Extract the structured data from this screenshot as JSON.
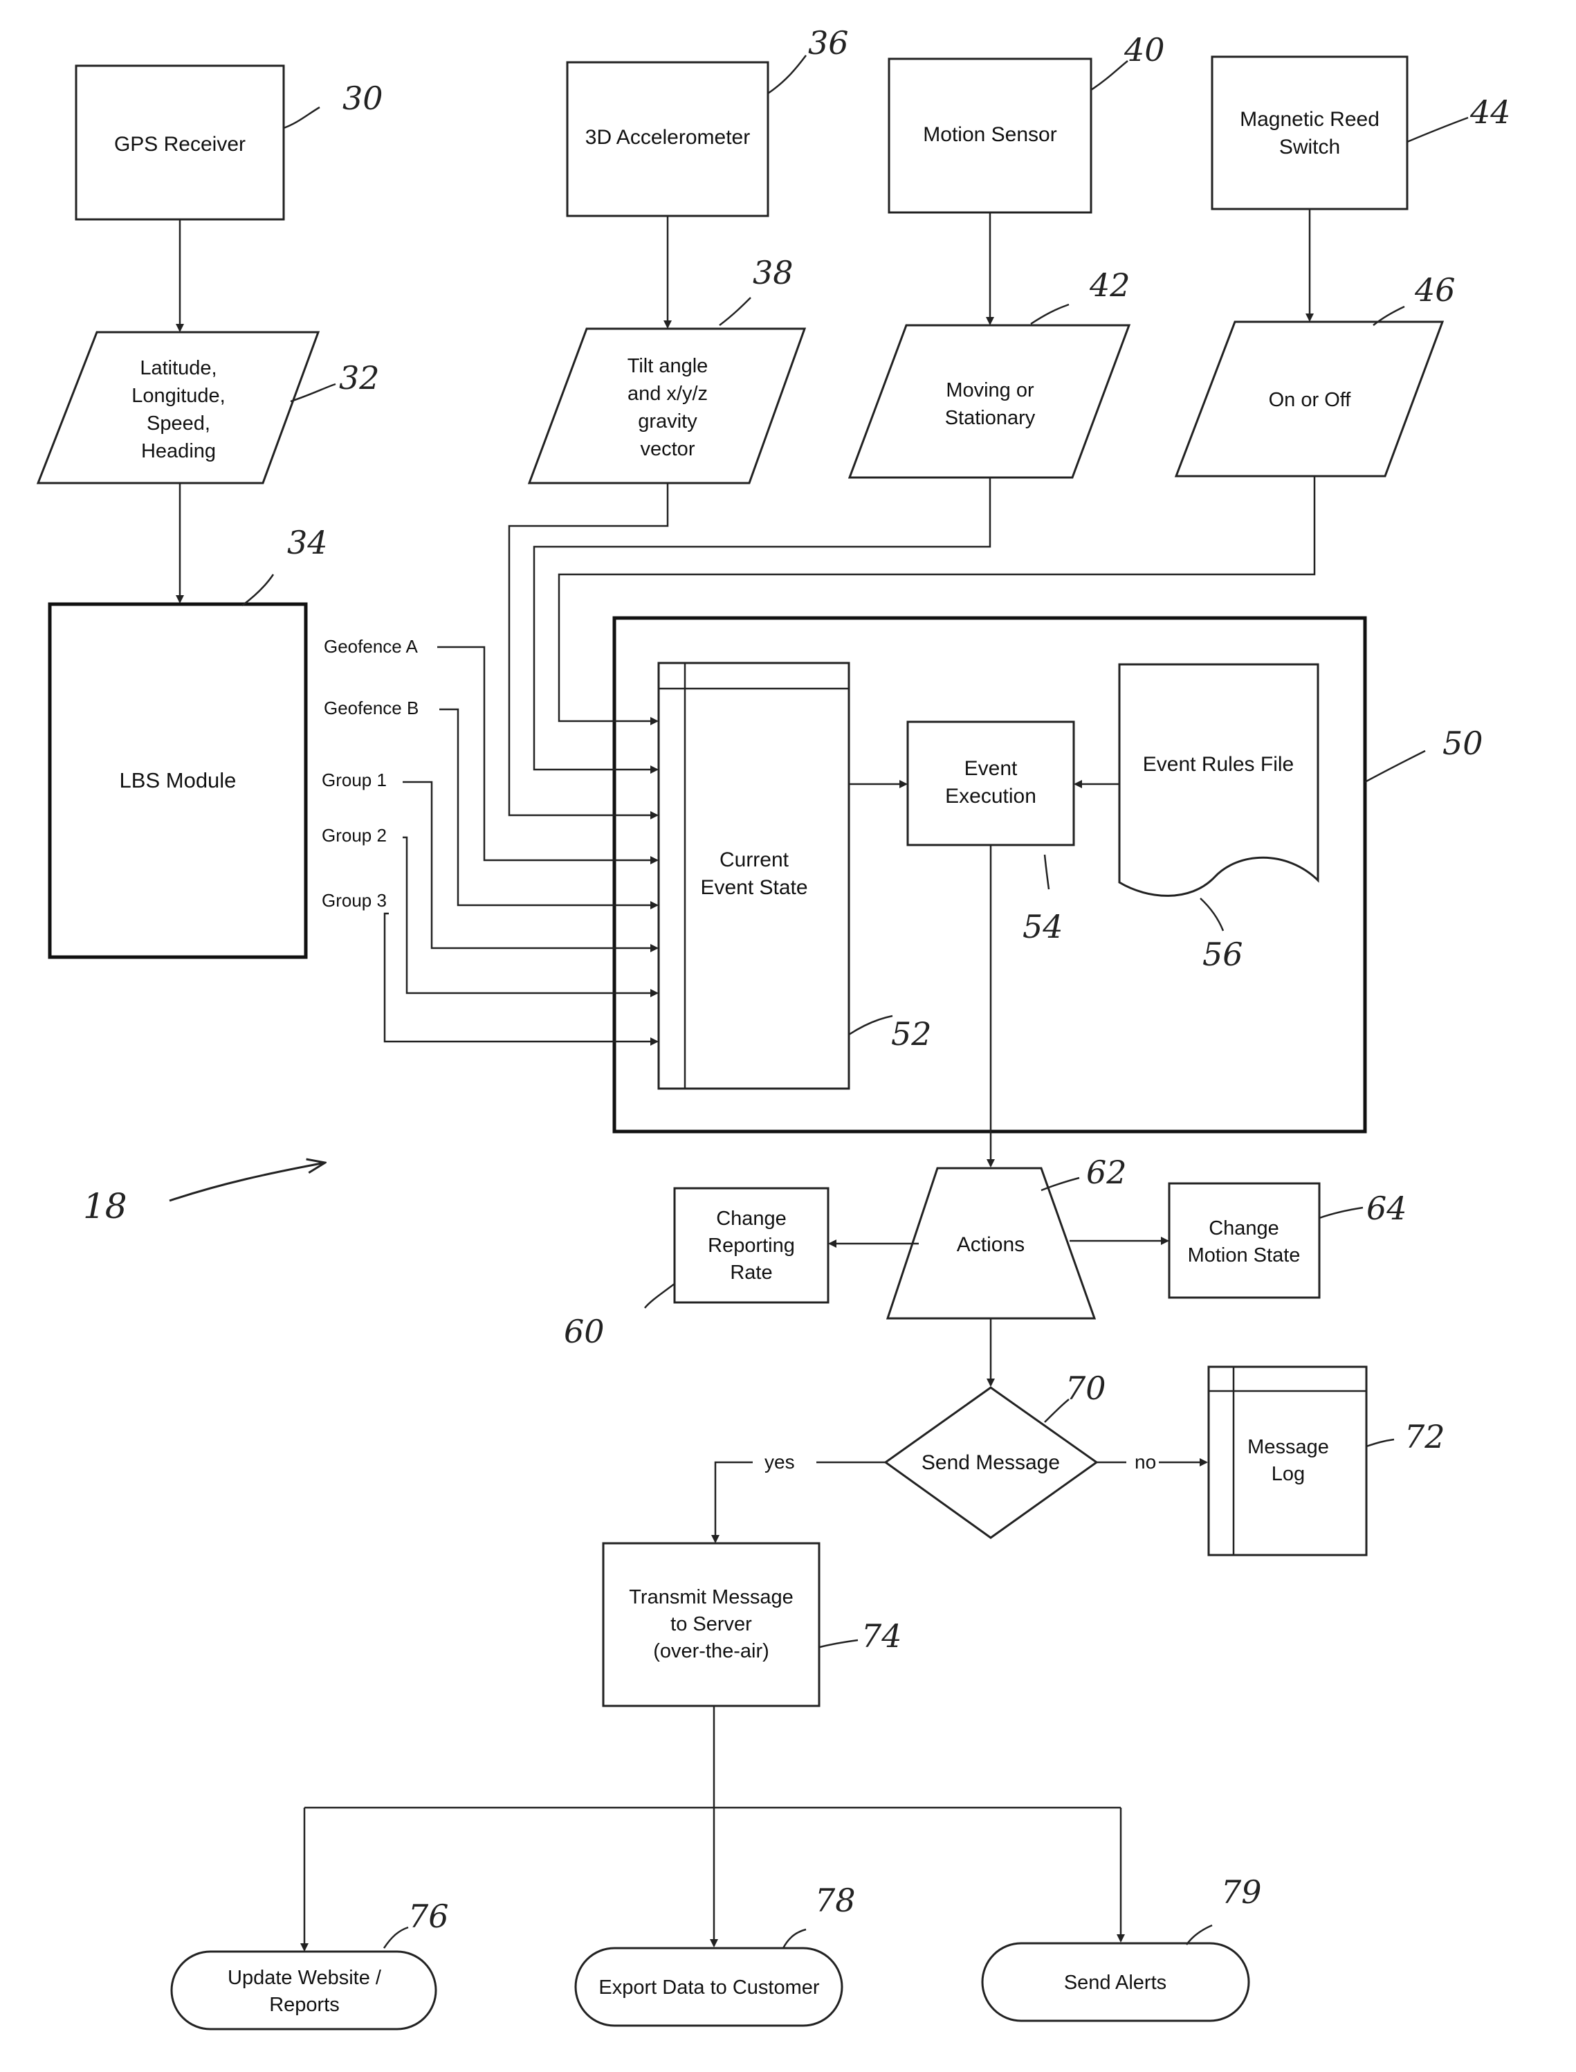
{
  "figure_ref": "18",
  "blocks": {
    "gps_receiver": {
      "label": "GPS Receiver",
      "ref": "30"
    },
    "accelerometer": {
      "label": "3D Accelerometer",
      "ref": "36"
    },
    "motion_sensor": {
      "label": "Motion Sensor",
      "ref": "40"
    },
    "reed_switch": {
      "label_lines": [
        "Magnetic Reed",
        "Switch"
      ],
      "ref": "44"
    },
    "gps_data": {
      "label_lines": [
        "Latitude,",
        "Longitude,",
        "Speed,",
        "Heading"
      ],
      "ref": "32"
    },
    "tilt_data": {
      "label_lines": [
        "Tilt angle",
        "and x/y/z",
        "gravity",
        "vector"
      ],
      "ref": "38"
    },
    "motion_data": {
      "label_lines": [
        "Moving or",
        "Stationary"
      ],
      "ref": "42"
    },
    "reed_data": {
      "label": "On or Off",
      "ref": "46"
    },
    "lbs_module": {
      "label": "LBS Module",
      "ref": "34",
      "outputs": [
        "Geofence A",
        "Geofence B",
        "Group 1",
        "Group 2",
        "Group 3"
      ]
    },
    "event_engine": {
      "ref": "50"
    },
    "current_event_state": {
      "label_lines": [
        "Current",
        "Event State"
      ],
      "ref": "52"
    },
    "event_execution": {
      "label_lines": [
        "Event",
        "Execution"
      ],
      "ref": "54"
    },
    "event_rules_file": {
      "label": "Event Rules File",
      "ref": "56"
    },
    "change_reporting_rate": {
      "label_lines": [
        "Change",
        "Reporting",
        "Rate"
      ],
      "ref": "60"
    },
    "actions": {
      "label": "Actions",
      "ref": "62"
    },
    "change_motion_state": {
      "label_lines": [
        "Change",
        "Motion State"
      ],
      "ref": "64"
    },
    "send_message": {
      "label": "Send Message",
      "ref": "70",
      "yes_label": "yes",
      "no_label": "no"
    },
    "message_log": {
      "label_lines": [
        "Message",
        "Log"
      ],
      "ref": "72"
    },
    "transmit_message": {
      "label_lines": [
        "Transmit Message",
        "to Server",
        "(over-the-air)"
      ],
      "ref": "74"
    },
    "update_website": {
      "label_lines": [
        "Update Website /",
        "Reports"
      ],
      "ref": "76"
    },
    "export_data": {
      "label": "Export Data to Customer",
      "ref": "78"
    },
    "send_alerts": {
      "label": "Send Alerts",
      "ref": "79"
    }
  }
}
